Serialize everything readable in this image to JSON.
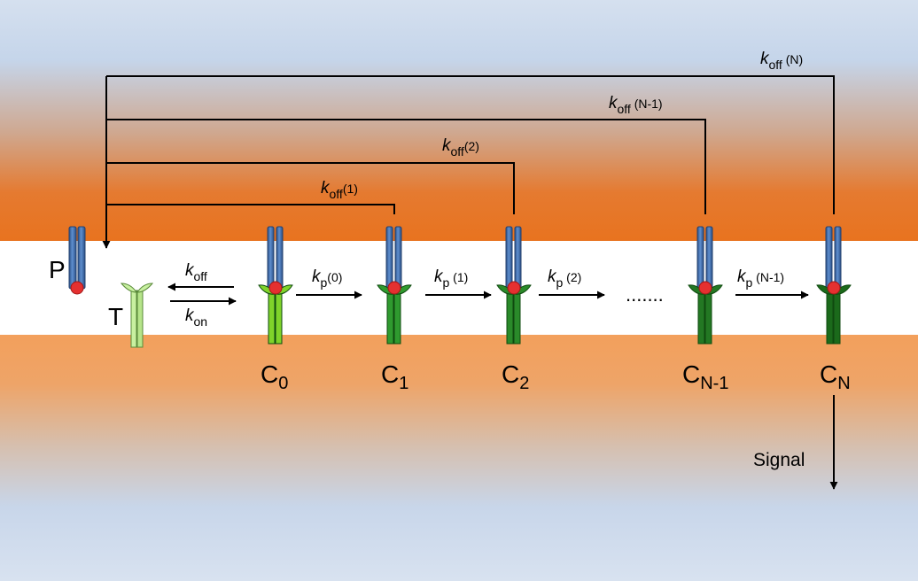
{
  "membrane": {
    "outer_color": "#c9d7ec",
    "band_color": "#e8782a",
    "gap_color": "#ffffff"
  },
  "receptor": {
    "chain_color": "#3f6fb0",
    "ligand_color": "#e53030"
  },
  "species": {
    "P": "P",
    "T": "T",
    "C0": {
      "main": "C",
      "sub": "0"
    },
    "C1": {
      "main": "C",
      "sub": "1"
    },
    "C2": {
      "main": "C",
      "sub": "2"
    },
    "CN1": {
      "main": "C",
      "sub": "N-1"
    },
    "CN": {
      "main": "C",
      "sub": "N"
    }
  },
  "rates": {
    "binding_off": {
      "k": "k",
      "sub": "off"
    },
    "binding_on": {
      "k": "k",
      "sub": "on"
    },
    "kp0": {
      "k": "k",
      "sub": "p",
      "arg": "(0)"
    },
    "kp1": {
      "k": "k",
      "sub": "p",
      "arg": " (1)"
    },
    "kp2": {
      "k": "k",
      "sub": "p",
      "arg": " (2)"
    },
    "kpN1": {
      "k": "k",
      "sub": "p",
      "arg": " (N-1)"
    },
    "koff1": {
      "k": "k",
      "sub": "off",
      "arg": "(1)"
    },
    "koff2": {
      "k": "k",
      "sub": "off",
      "arg": "(2)"
    },
    "koffN1": {
      "k": "k",
      "sub": "off",
      "arg": " (N-1)"
    },
    "koffN": {
      "k": "k",
      "sub": "off",
      "arg": " (N)"
    }
  },
  "ellipsis": ".......",
  "signal": "Signal",
  "tcr_colors": {
    "T": "#c8f0a0",
    "C0": "#7fd32a",
    "C1": "#2f9a2f",
    "C2": "#2a8a2a",
    "CN1": "#237823",
    "CN": "#1b6a1b"
  }
}
